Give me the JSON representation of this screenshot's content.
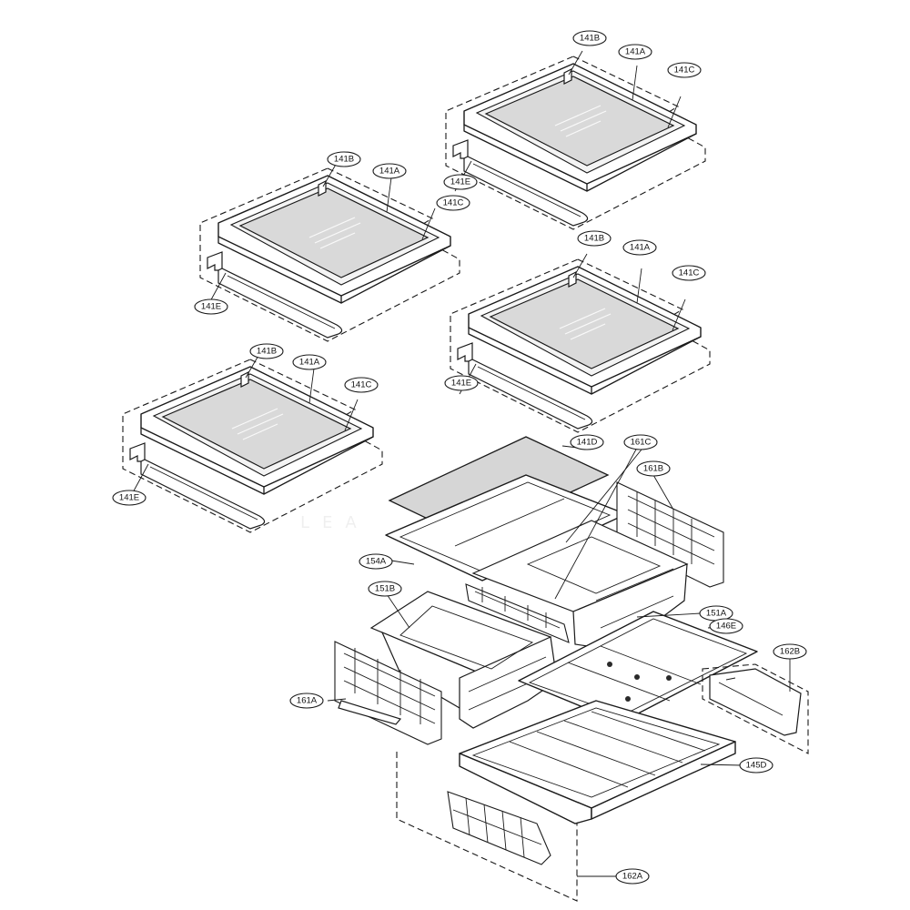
{
  "diagram": {
    "shelf_labels": {
      "b": "141B",
      "a": "141A",
      "c": "141C",
      "e": "141E"
    },
    "lower_labels": {
      "l141D": "141D",
      "l161C": "161C",
      "l161B": "161B",
      "l154A": "154A",
      "l151B": "151B",
      "l151A": "151A",
      "l146E": "146E",
      "l162B": "162B",
      "l161A": "161A",
      "l145D": "145D",
      "l162A": "162A"
    },
    "watermark": "LEA"
  }
}
